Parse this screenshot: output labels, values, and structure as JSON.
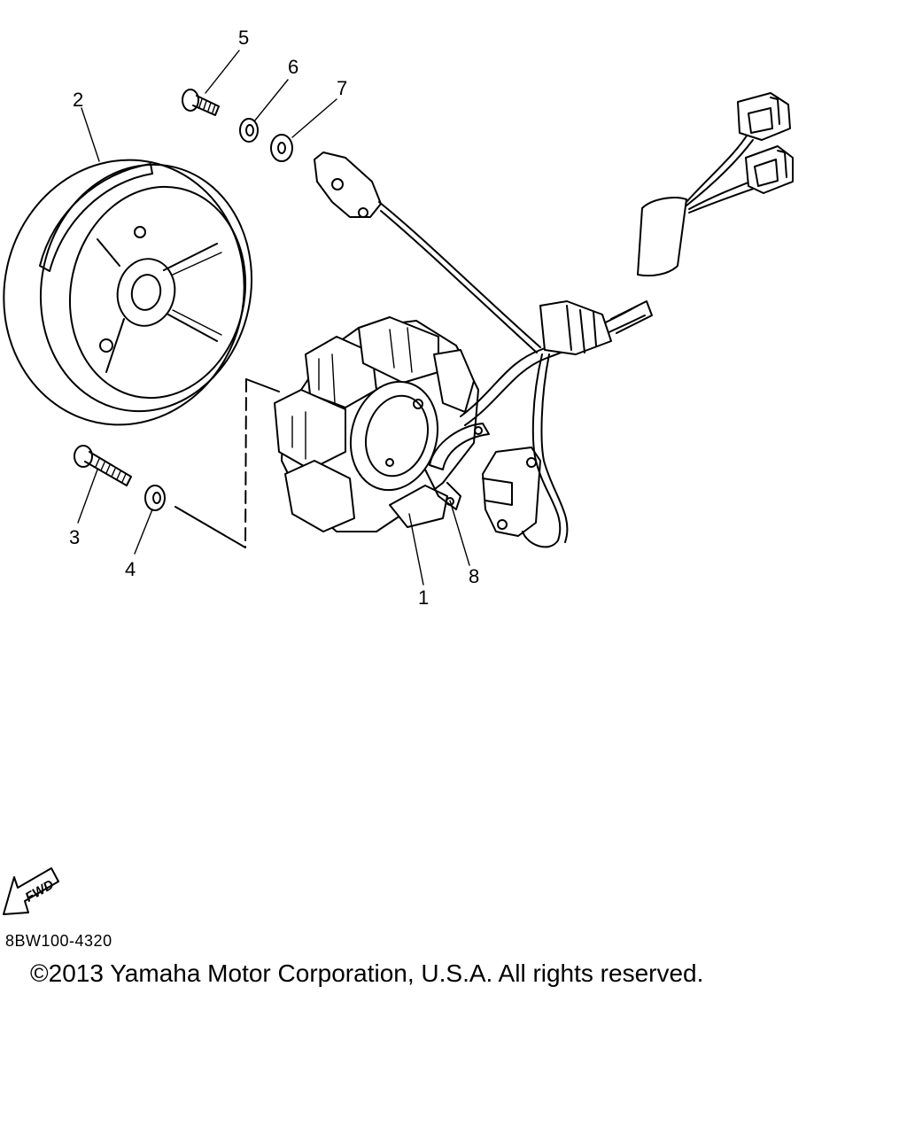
{
  "diagram": {
    "callouts": [
      {
        "id": "1",
        "label": "1"
      },
      {
        "id": "2",
        "label": "2"
      },
      {
        "id": "3",
        "label": "3"
      },
      {
        "id": "4",
        "label": "4"
      },
      {
        "id": "5",
        "label": "5"
      },
      {
        "id": "6",
        "label": "6"
      },
      {
        "id": "7",
        "label": "7"
      },
      {
        "id": "8",
        "label": "8"
      }
    ],
    "fwd_label": "FWD"
  },
  "footer": {
    "code": "8BW100-4320",
    "copyright": "©2013 Yamaha Motor Corporation, U.S.A. All rights reserved."
  }
}
